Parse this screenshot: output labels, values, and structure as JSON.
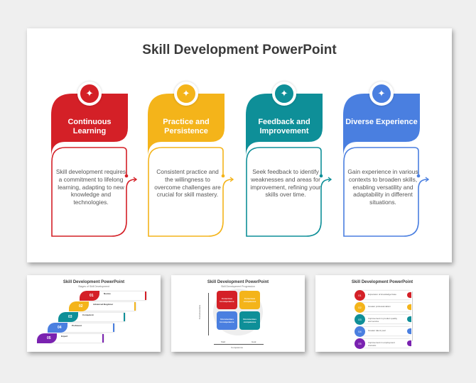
{
  "main": {
    "title": "Skill Development PowerPoint",
    "cards": [
      {
        "title": "Continuous Learning",
        "text": "Skill development requires a commitment to lifelong learning, adapting to new knowledge and technologies.",
        "color": "#d42027",
        "icon": "learning-tools-icon"
      },
      {
        "title": "Practice and Persistence",
        "text": "Consistent practice and the willingness to overcome challenges are crucial for skill mastery.",
        "color": "#f4b41a",
        "icon": "mountain-flag-icon"
      },
      {
        "title": "Feedback and Improvement",
        "text": "Seek feedback to identify weaknesses and areas for improvement, refining your skills over time.",
        "color": "#0e8f98",
        "icon": "feedback-document-icon"
      },
      {
        "title": "Diverse Experience",
        "text": "Gain experience in various contexts to broaden skills, enabling versatility and adaptability in different situations.",
        "color": "#4a7fe0",
        "icon": "globe-people-icon"
      }
    ]
  },
  "thumb1": {
    "title": "Skill Development PowerPoint",
    "subtitle": "Stages of Skill Development",
    "steps": [
      {
        "num": "01",
        "name": "Novice",
        "color": "#d42027"
      },
      {
        "num": "02",
        "name": "Advanced Beginner",
        "color": "#f4b41a"
      },
      {
        "num": "03",
        "name": "Competent",
        "color": "#0e8f98"
      },
      {
        "num": "04",
        "name": "Proficient",
        "color": "#4a7fe0"
      },
      {
        "num": "05",
        "name": "Expert",
        "color": "#7a22b0"
      }
    ]
  },
  "thumb2": {
    "title": "Skill Development PowerPoint",
    "subtitle": "Skill Development Progression",
    "quadrants": [
      "Conscious Incompetence",
      "Conscious competence",
      "Unconscious Incompetence",
      "Unconscious competence"
    ],
    "y_label": "Consciousness",
    "x_label": "Competence",
    "start": "Start",
    "goal": "Goal"
  },
  "thumb3": {
    "title": "Skill Development PowerPoint",
    "items": [
      {
        "num": "01",
        "text": "Expansion of knowledge base",
        "color": "#d42027"
      },
      {
        "num": "02",
        "text": "Greater professionalism",
        "color": "#f4b41a"
      },
      {
        "num": "03",
        "text": "Improvement in product quality and service",
        "color": "#0e8f98"
      },
      {
        "num": "04",
        "text": "Greater talent pool",
        "color": "#4a7fe0"
      },
      {
        "num": "05",
        "text": "Improvement in employment scenario",
        "color": "#7a22b0"
      }
    ]
  }
}
